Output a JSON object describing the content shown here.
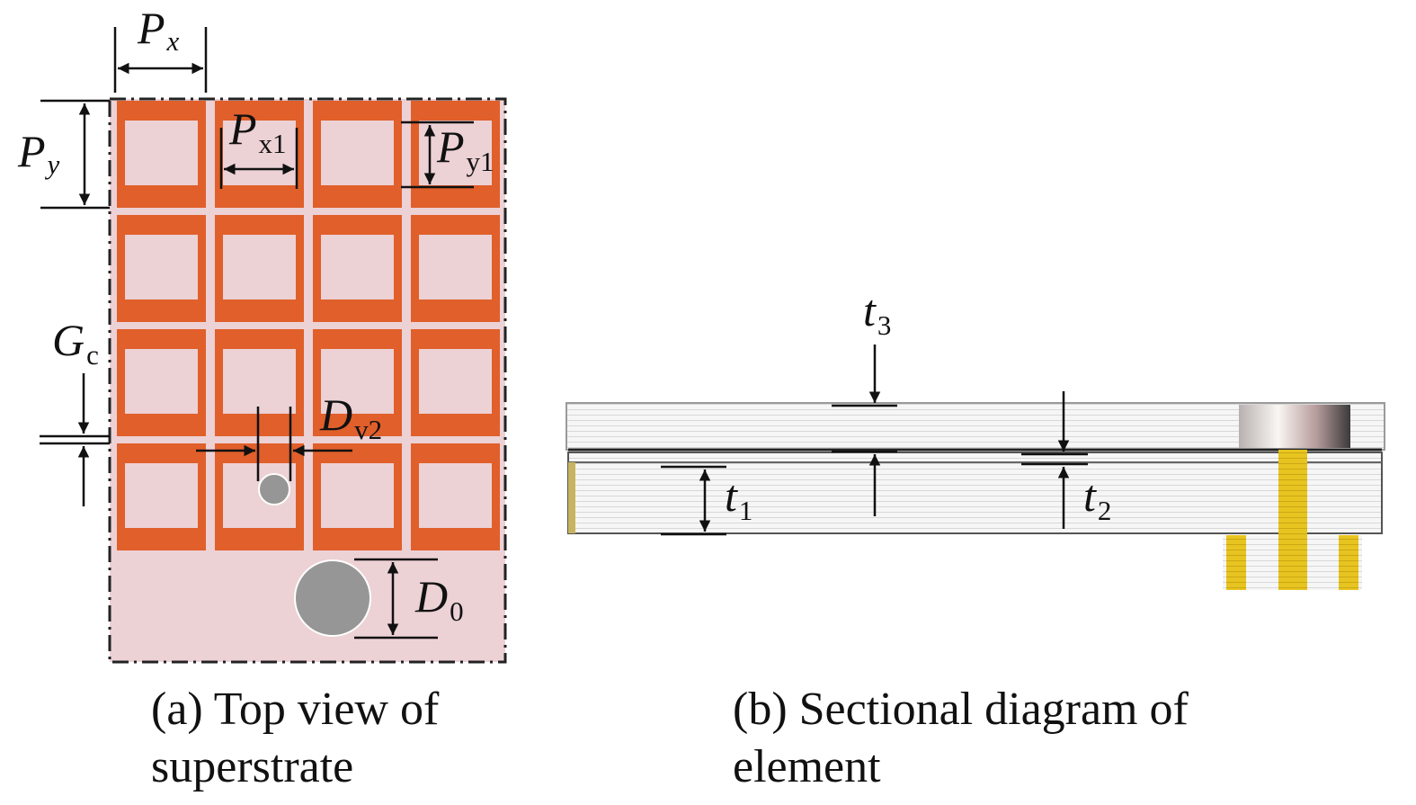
{
  "figure": {
    "top_view": {
      "caption": "(a) Top view of superstrate",
      "colors": {
        "substrate": "#ecd1d5",
        "patch": "#e05f2a",
        "via": "#969696",
        "border": "#222222"
      },
      "grid": {
        "rows": 4,
        "cols": 4
      },
      "labels": {
        "px": {
          "main": "P",
          "sub": "x"
        },
        "py": {
          "main": "P",
          "sub": "y"
        },
        "px1": {
          "main": "P",
          "sub": "x1"
        },
        "py1": {
          "main": "P",
          "sub": "y1"
        },
        "gc": {
          "main": "G",
          "sub": "c"
        },
        "dv2": {
          "main": "D",
          "sub": "v2"
        },
        "d0": {
          "main": "D",
          "sub": "0"
        }
      }
    },
    "section": {
      "caption": "(b) Sectional diagram of element",
      "colors": {
        "layer": "#f4f4f4",
        "line": "#d6d6d6",
        "pin": "#e6c21c",
        "edge": "#555555"
      },
      "labels": {
        "t1": {
          "main": "t",
          "sub": "1"
        },
        "t2": {
          "main": "t",
          "sub": "2"
        },
        "t3": {
          "main": "t",
          "sub": "3"
        }
      }
    }
  }
}
